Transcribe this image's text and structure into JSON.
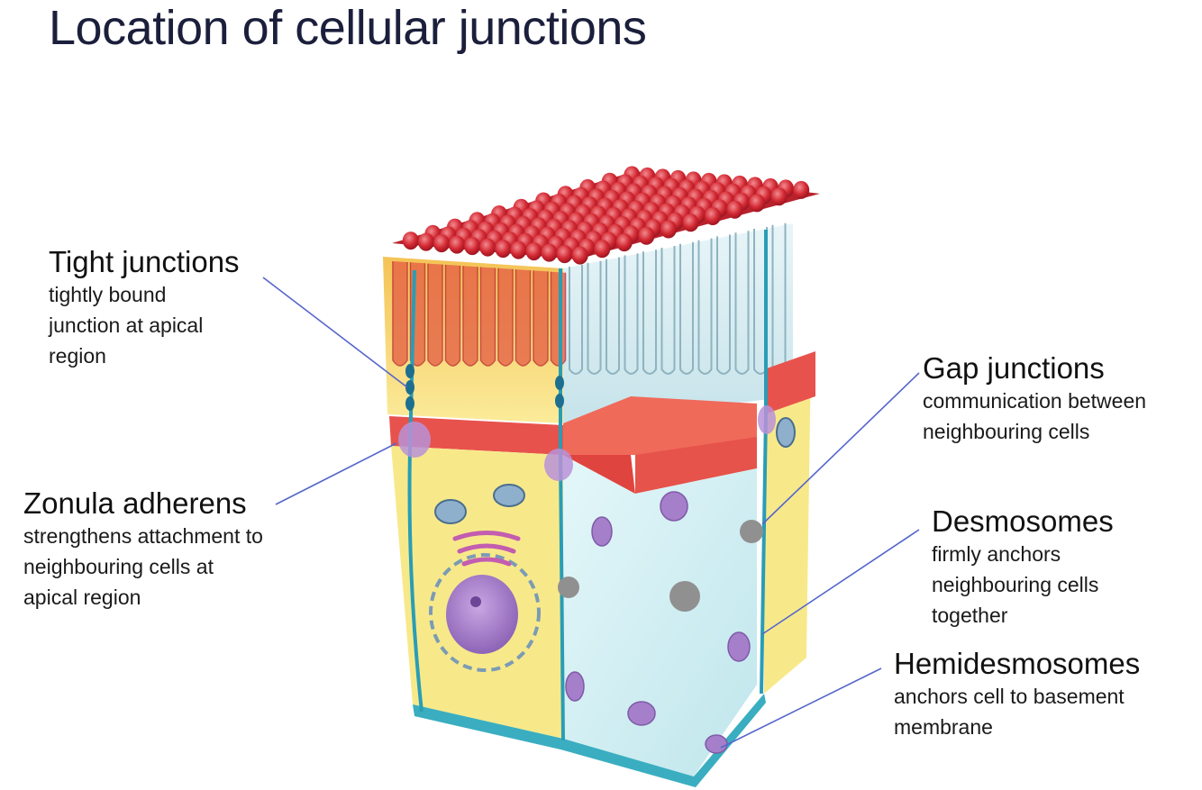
{
  "title": "Location of cellular junctions",
  "labels": {
    "tight": {
      "head": "Tight junctions",
      "lines": [
        "tightly bound",
        "junction at apical",
        "region"
      ]
    },
    "zonula": {
      "head": "Zonula adherens",
      "lines": [
        "strengthens attachment to",
        "neighbouring cells at",
        "apical region"
      ]
    },
    "gap": {
      "head": "Gap junctions",
      "lines": [
        "communication between",
        "neighbouring cells"
      ]
    },
    "desmo": {
      "head": "Desmosomes",
      "lines": [
        "firmly anchors",
        "neighbouring cells",
        "together"
      ]
    },
    "hemi": {
      "head": "Hemidesmosomes",
      "lines": [
        "anchors cell to basement",
        "membrane"
      ]
    }
  },
  "colors": {
    "microvilli_red": "#d8323a",
    "cytoplasm_yellow": "#f7e98a",
    "inner_blue": "#cfeef2",
    "junction_teal": "#2a9db5",
    "organelle_purple": "#a57fc9",
    "pointer_line": "#5566cc"
  }
}
